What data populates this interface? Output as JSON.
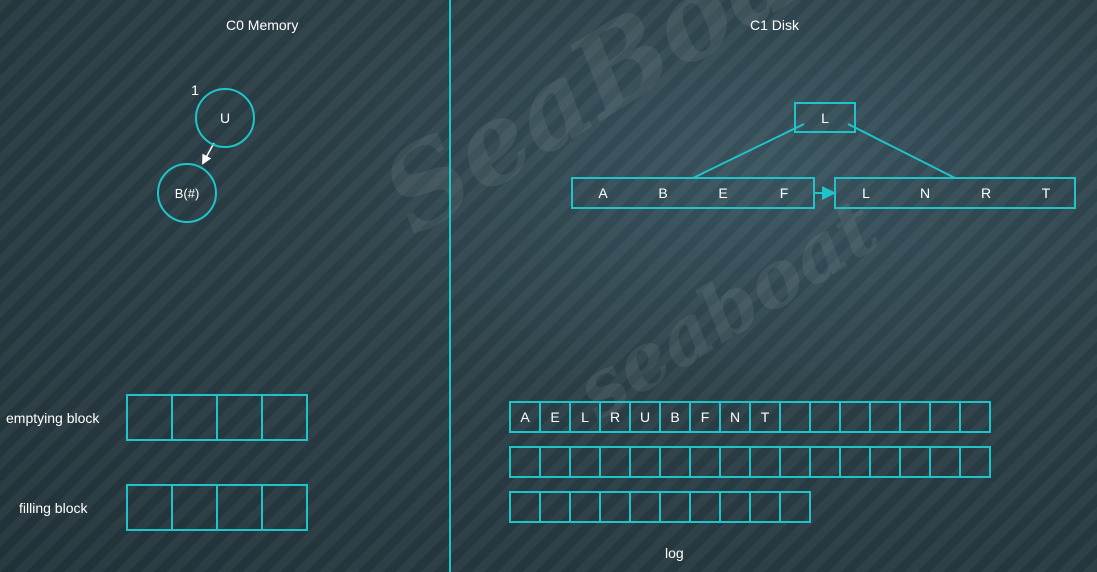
{
  "titles": {
    "left": "C0   Memory",
    "right": "C1   Disk"
  },
  "memory_tree": {
    "root": {
      "label": "U",
      "badge": "1"
    },
    "child": {
      "label": "B(#)"
    }
  },
  "disk_tree": {
    "root": [
      "L"
    ],
    "leaves": [
      [
        "A",
        "B",
        "E",
        "F"
      ],
      [
        "L",
        "N",
        "R",
        "T"
      ]
    ]
  },
  "blocks": {
    "emptying": {
      "label": "emptying block",
      "cells": [
        "",
        "",
        "",
        ""
      ]
    },
    "filling": {
      "label": "filling block",
      "cells": [
        "",
        "",
        "",
        ""
      ]
    }
  },
  "log": {
    "label": "log",
    "rows": [
      [
        "A",
        "E",
        "L",
        "R",
        "U",
        "B",
        "F",
        "N",
        "T",
        "",
        "",
        "",
        "",
        "",
        "",
        ""
      ],
      [
        "",
        "",
        "",
        "",
        "",
        "",
        "",
        "",
        "",
        "",
        "",
        "",
        "",
        "",
        "",
        ""
      ],
      [
        "",
        "",
        "",
        "",
        "",
        "",
        "",
        "",
        "",
        ""
      ]
    ]
  },
  "watermark": {
    "big": "SeaBoat",
    "small": "seaboat"
  },
  "colors": {
    "accent": "#1ec4c8",
    "text": "#ffffff",
    "divider": "#1ec4c8"
  }
}
